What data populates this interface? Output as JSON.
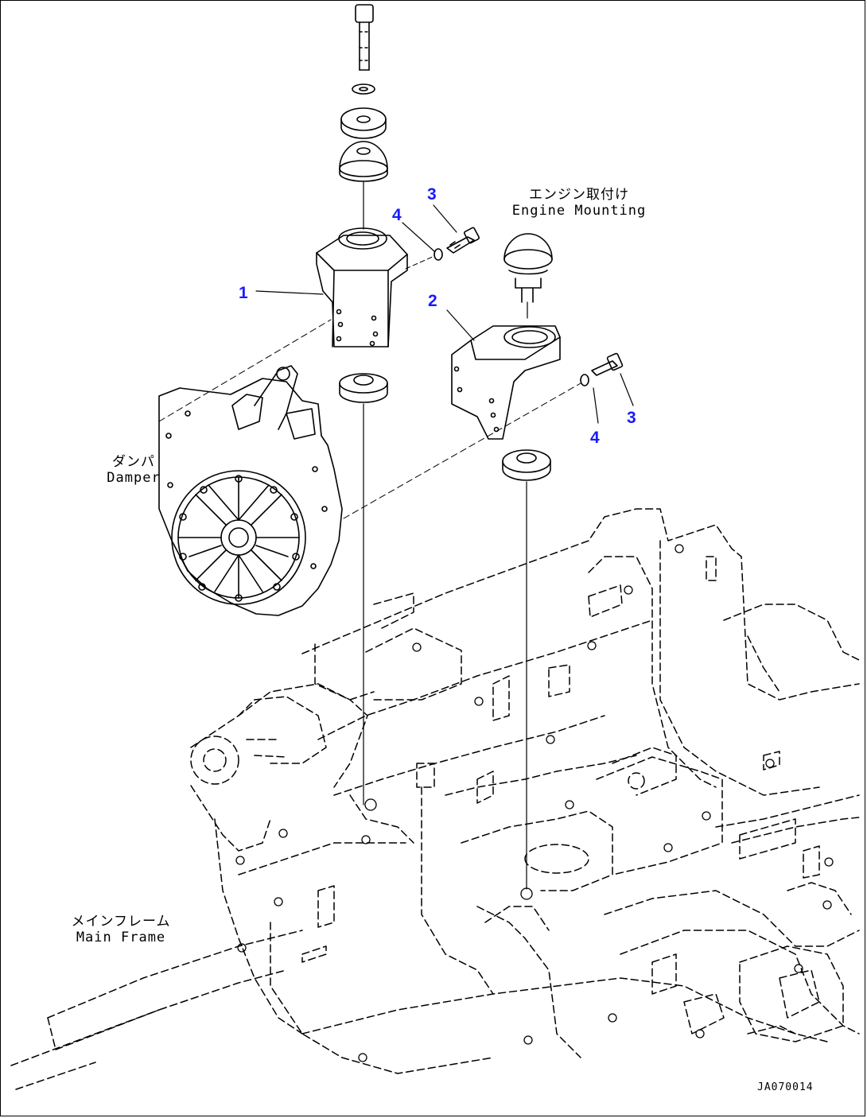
{
  "callouts": {
    "c1": "1",
    "c2": "2",
    "c3_top": "3",
    "c4_top": "4",
    "c3_right": "3",
    "c4_right": "4"
  },
  "labels": {
    "engine_mounting_jp": "エンジン取付け",
    "engine_mounting_en": "Engine Mounting",
    "damper_jp": "ダンパ",
    "damper_en": "Damper",
    "main_frame_jp": "メインフレーム",
    "main_frame_en": "Main Frame"
  },
  "drawing_id": "JA070014",
  "colors": {
    "callout": "#1a1aff",
    "line": "#000000",
    "background": "#ffffff"
  }
}
